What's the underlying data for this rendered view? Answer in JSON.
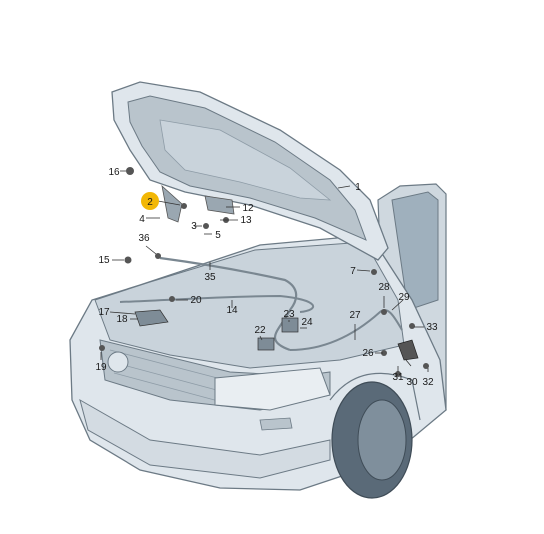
{
  "diagram": {
    "callouts": [
      {
        "id": "c1",
        "text": "1"
      },
      {
        "id": "c2",
        "text": "2"
      },
      {
        "id": "c3",
        "text": "3"
      },
      {
        "id": "c4",
        "text": "4"
      },
      {
        "id": "c5",
        "text": "5"
      },
      {
        "id": "c7",
        "text": "7"
      },
      {
        "id": "c12",
        "text": "12"
      },
      {
        "id": "c13",
        "text": "13"
      },
      {
        "id": "c14",
        "text": "14"
      },
      {
        "id": "c15",
        "text": "15"
      },
      {
        "id": "c16",
        "text": "16"
      },
      {
        "id": "c17",
        "text": "17"
      },
      {
        "id": "c18",
        "text": "18"
      },
      {
        "id": "c19",
        "text": "19"
      },
      {
        "id": "c20",
        "text": "20"
      },
      {
        "id": "c22",
        "text": "22"
      },
      {
        "id": "c23",
        "text": "23"
      },
      {
        "id": "c24",
        "text": "24"
      },
      {
        "id": "c26",
        "text": "26"
      },
      {
        "id": "c27",
        "text": "27"
      },
      {
        "id": "c28",
        "text": "28"
      },
      {
        "id": "c29",
        "text": "29"
      },
      {
        "id": "c30",
        "text": "30"
      },
      {
        "id": "c31",
        "text": "31"
      },
      {
        "id": "c32",
        "text": "32"
      },
      {
        "id": "c33",
        "text": "33"
      },
      {
        "id": "c35",
        "text": "35"
      },
      {
        "id": "c36",
        "text": "36"
      }
    ],
    "highlighted_callout": "2",
    "colors": {
      "highlight": "#f2b705",
      "body_fill": "#dfe6ec",
      "body_shade": "#c9d3db",
      "hood_inner": "#b9c4cc",
      "tire": "#5a6a78",
      "line": "#6c7a85"
    }
  }
}
